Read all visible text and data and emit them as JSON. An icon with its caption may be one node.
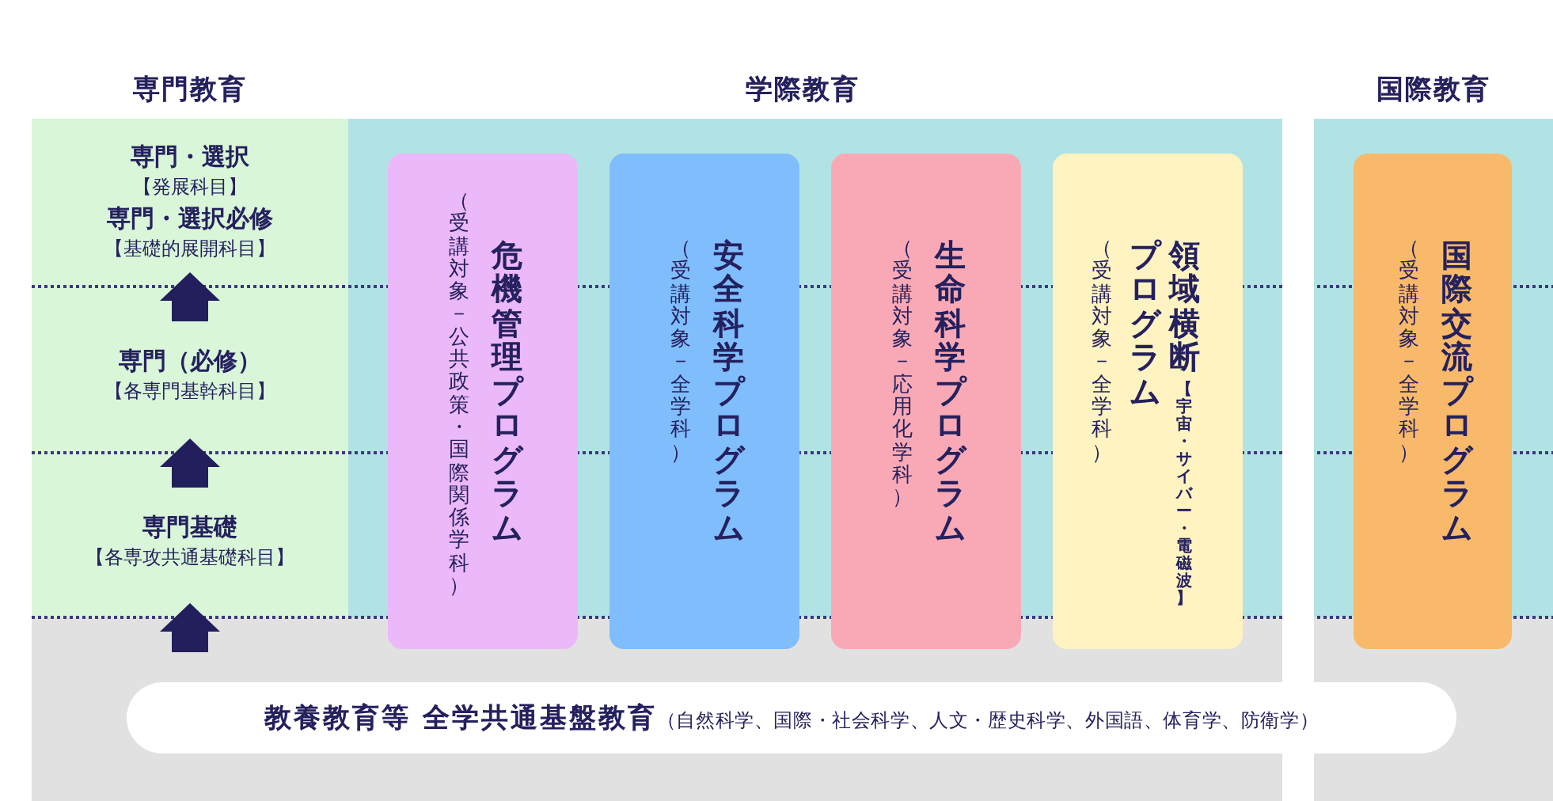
{
  "diagram": {
    "nodes": [
      {
        "text": [
          "専門教育"
        ]
      },
      {
        "text": [
          "専門・選択",
          "【発展科目】",
          "専門・選択必修",
          "【基礎的展開科目】"
        ],
        "in": 0
      },
      {
        "text": [
          "専門（必修）",
          "【各専門基幹科目】"
        ],
        "in": 0
      },
      {
        "text": [
          "専門基礎",
          "【各専攻共通基礎科目】"
        ],
        "in": 0
      },
      {
        "text": [
          "学際教育"
        ]
      },
      {
        "text": [
          "（受講対象－公共政策・国際関係学科）",
          "危機管理プログラム"
        ],
        "in": 4
      },
      {
        "text": [
          "（受講対象－全学科）",
          "安全科学プログラム"
        ],
        "in": 4
      },
      {
        "text": [
          "（受講対象－応用化学科）",
          "生命科学プログラム"
        ],
        "in": 4
      },
      {
        "text": [
          "（受講対象－全学科）",
          "プログラム",
          "領域横断",
          "【宇宙・サイバー・電磁波】"
        ],
        "in": 4
      },
      {
        "text": [
          "国際教育"
        ]
      },
      {
        "text": [
          "（受講対象－全学科）",
          "国際交流プログラム"
        ],
        "in": 9
      },
      {
        "text": [
          "教養教育等 全学共通基盤教育",
          "（自然科学、国際・社会科学、人文・歴史科学、外国語、体育学、防衛学）"
        ]
      }
    ],
    "edges": [
      {
        "from": 11,
        "to": 3,
        "arrow": "to"
      },
      {
        "from": 3,
        "to": 2,
        "arrow": "to"
      },
      {
        "from": 2,
        "to": 1,
        "arrow": "to"
      }
    ]
  }
}
